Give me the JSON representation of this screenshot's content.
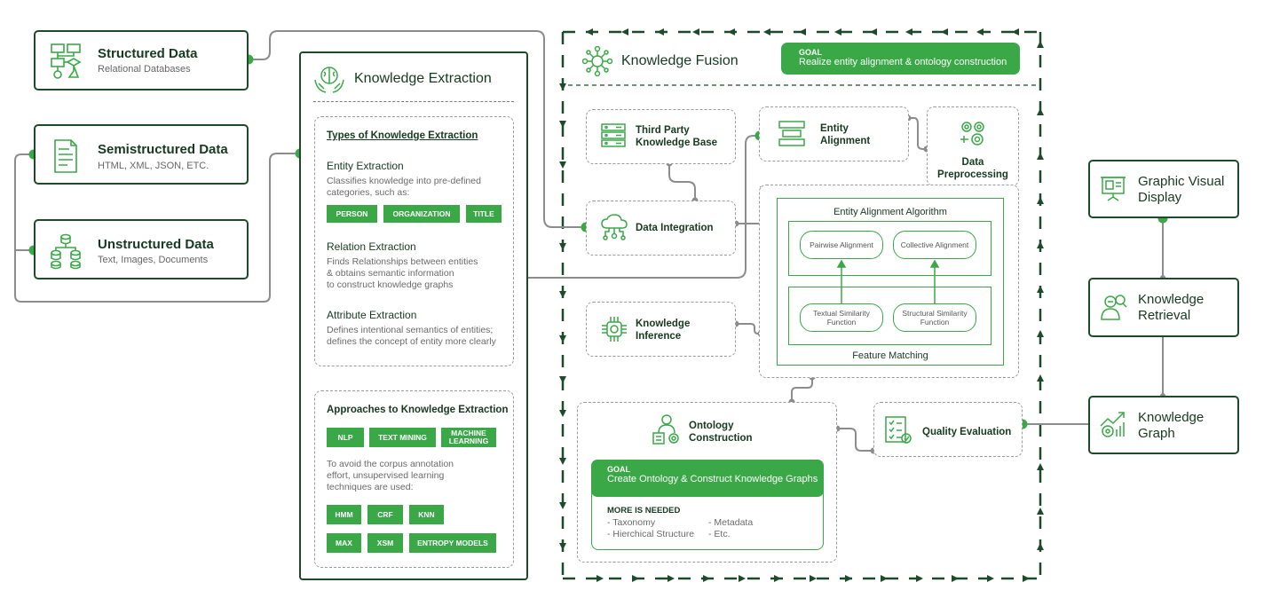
{
  "sources": {
    "structured": {
      "title": "Structured Data",
      "subtitle": "Relational Databases"
    },
    "semistructured": {
      "title": "Semistructured Data",
      "subtitle": "HTML, XML, JSON, ETC."
    },
    "unstructured": {
      "title": "Unstructured Data",
      "subtitle": "Text, Images, Documents"
    }
  },
  "extraction": {
    "title": "Knowledge Extraction",
    "types_title": "Types of Knowledge Extraction",
    "entity": {
      "title": "Entity Extraction",
      "desc1": "Classifies knowledge into pre-defined",
      "desc2": "categories, such as:",
      "tags": [
        "PERSON",
        "ORGANIZATION",
        "TITLE"
      ]
    },
    "relation": {
      "title": "Relation Extraction",
      "desc1": "Finds Relationships between entities",
      "desc2": "& obtains semantic information",
      "desc3": "to construct knowledge graphs"
    },
    "attribute": {
      "title": "Attribute Extraction",
      "desc1": "Defines intentional semantics of entities;",
      "desc2": "defines the concept of entity more clearly"
    },
    "approaches_title": "Approaches to Knowledge Extraction",
    "approach_tags": [
      "NLP",
      "TEXT MINING",
      "MACHINE LEARNING"
    ],
    "approach_desc1": "To avoid the corpus annotation",
    "approach_desc2": "effort, unsupervised learning",
    "approach_desc3": "techniques are used:",
    "model_tags": [
      "HMM",
      "CRF",
      "KNN",
      "MAX",
      "XSM",
      "ENTROPY MODELS"
    ]
  },
  "fusion": {
    "title": "Knowledge Fusion",
    "goal_label": "GOAL",
    "goal_text": "Realize entity alignment & ontology construction",
    "third_party": "Third Party Knowledge Base",
    "data_integration": "Data Integration",
    "knowledge_inference": "Knowledge Inference",
    "entity_alignment": "Entity Alignment",
    "data_preprocessing": "Data Preprocessing",
    "algorithm_title": "Entity Alignment Algorithm",
    "pairwise": "Pairwise Alignment",
    "collective": "Collective Alignment",
    "textual": "Textual Similarity Function",
    "structural": "Structural Similarity Function",
    "feature_matching": "Feature Matching",
    "ontology": "Ontology Construction",
    "ontology_goal_label": "GOAL",
    "ontology_goal_text": "Create Ontology & Construct Knowledge Graphs",
    "more_needed": "MORE IS NEEDED",
    "needs": [
      "- Taxonomy",
      "- Hierchical Structure",
      "- Metadata",
      "- Etc."
    ],
    "quality": "Quality Evaluation"
  },
  "outputs": {
    "graphic": "Graphic Visual Display",
    "retrieval": "Knowledge Retrieval",
    "graph": "Knowledge Graph"
  },
  "colors": {
    "accent": "#3ba848",
    "dark": "#1d4a2a",
    "connector": "#8c8c8c"
  }
}
